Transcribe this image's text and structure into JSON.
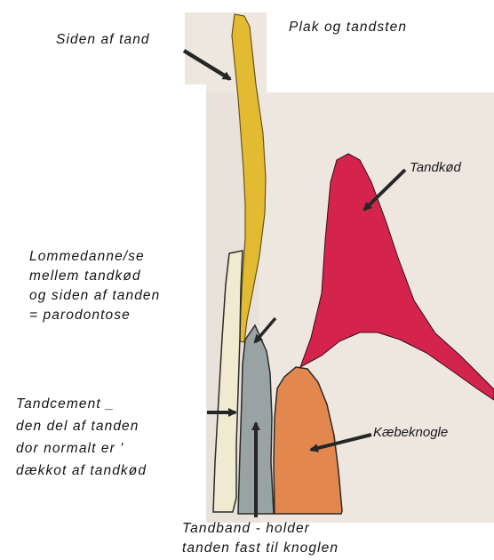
{
  "labels": {
    "side_of_tooth": "Siden af tand",
    "plaque": "Plak og tandsten",
    "gum": "Tandkød",
    "pocket": [
      "Lommedanne/se",
      "mellem tandkød",
      "og siden af tanden",
      "= parodontose"
    ],
    "cementum": [
      "Tandcement _",
      "den del af tanden",
      "dor normalt er     '",
      "dækkot af tandkød"
    ],
    "jawbone": "Kæbeknogle",
    "ligament": [
      "Tandband  - holder",
      "tanden fast til knoglen"
    ]
  },
  "colors": {
    "paper": "#ede7e0",
    "plaque": "#e3bb32",
    "gum": "#d4244d",
    "bone": "#e2884f",
    "ligament": "#9aa3a3",
    "cementum": "#efead0",
    "arrow": "#262626"
  }
}
